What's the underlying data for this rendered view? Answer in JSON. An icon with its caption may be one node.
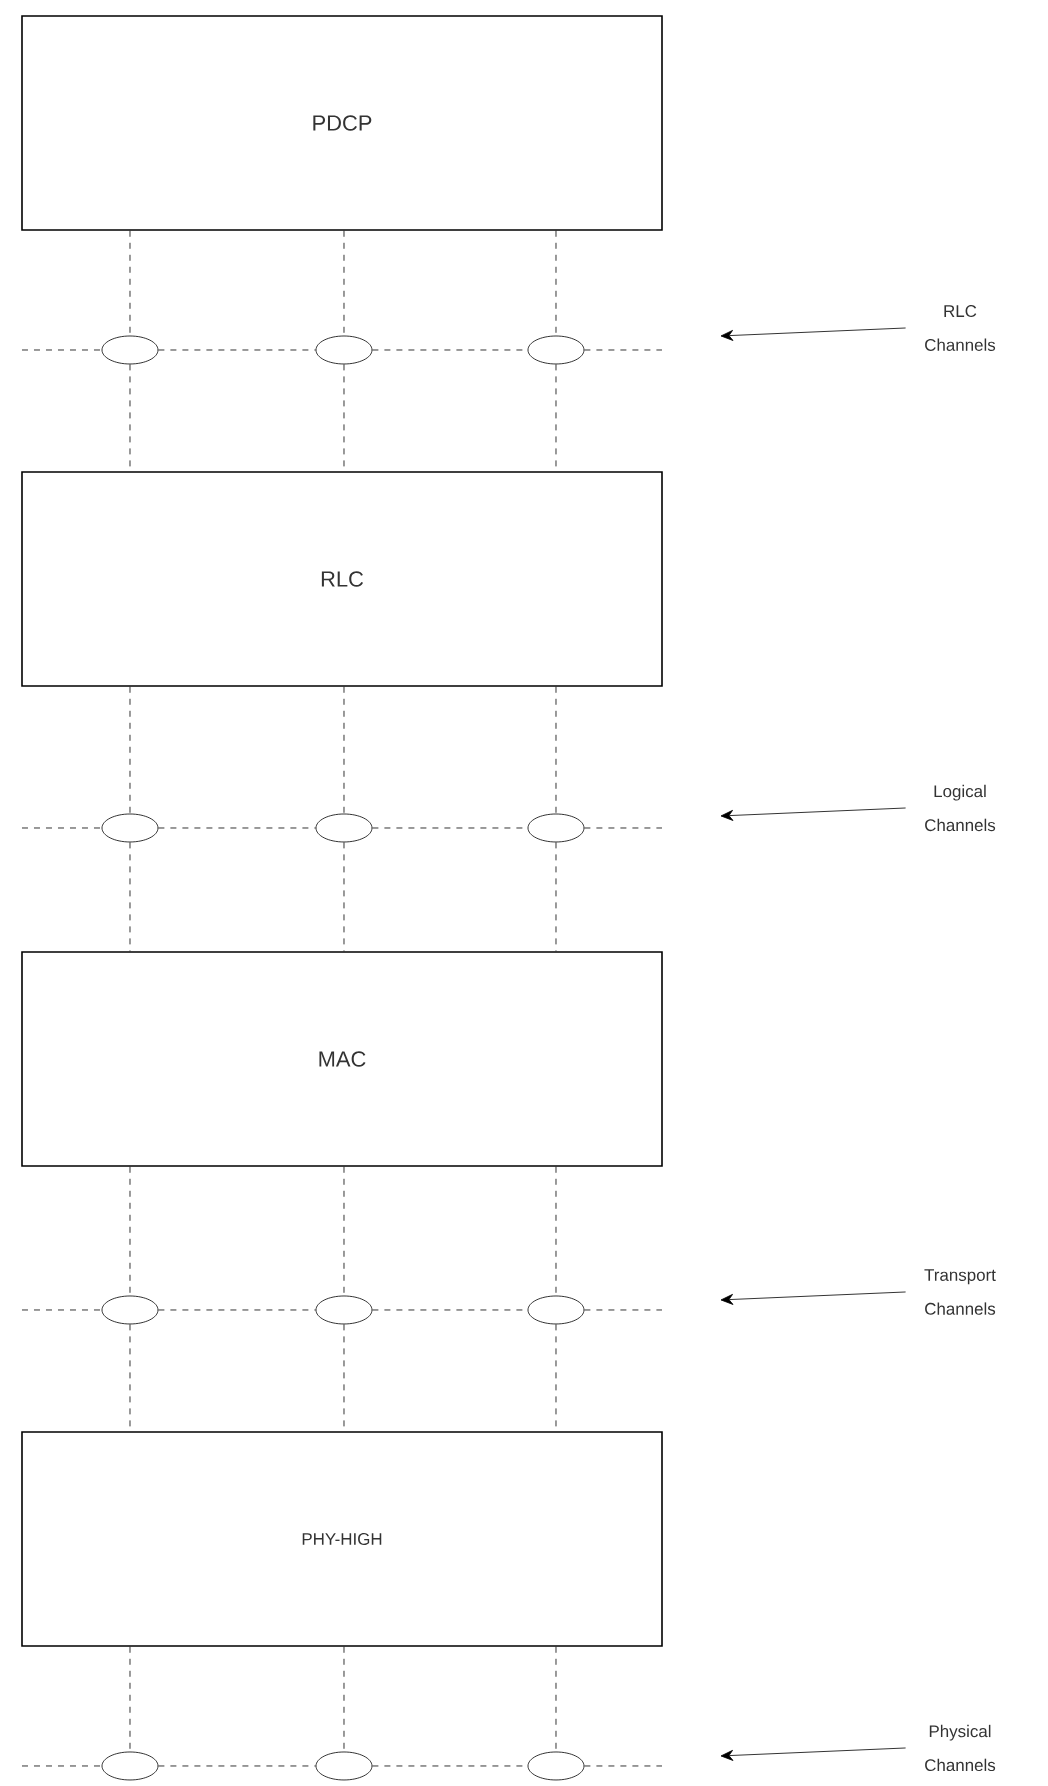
{
  "diagram": {
    "nodes": [
      {
        "text": [
          "PDCP"
        ]
      },
      {
        "text": [],
        "shape": "ellipse"
      },
      {
        "text": [],
        "shape": "ellipse"
      },
      {
        "text": [],
        "shape": "ellipse"
      },
      {
        "text": [
          "RLC Channels"
        ]
      },
      {
        "text": [
          "RLC"
        ]
      },
      {
        "text": [],
        "shape": "ellipse"
      },
      {
        "text": [],
        "shape": "ellipse"
      },
      {
        "text": [],
        "shape": "ellipse"
      },
      {
        "text": [
          "Logical Channels"
        ]
      },
      {
        "text": [
          "MAC"
        ]
      },
      {
        "text": [],
        "shape": "ellipse"
      },
      {
        "text": [],
        "shape": "ellipse"
      },
      {
        "text": [],
        "shape": "ellipse"
      },
      {
        "text": [
          "Transport Channels"
        ]
      },
      {
        "text": [
          "PHY-HIGH"
        ]
      },
      {
        "text": [],
        "shape": "ellipse"
      },
      {
        "text": [],
        "shape": "ellipse"
      },
      {
        "text": [],
        "shape": "ellipse"
      },
      {
        "text": [
          "Physical Channels"
        ]
      }
    ],
    "edges": [
      {
        "from": 0,
        "to": 1,
        "arrow": "none",
        "style": "dashed"
      },
      {
        "from": 0,
        "to": 2,
        "arrow": "none",
        "style": "dashed"
      },
      {
        "from": 0,
        "to": 3,
        "arrow": "none",
        "style": "dashed"
      },
      {
        "from": 1,
        "to": 5,
        "arrow": "none",
        "style": "dashed"
      },
      {
        "from": 2,
        "to": 5,
        "arrow": "none",
        "style": "dashed"
      },
      {
        "from": 3,
        "to": 5,
        "arrow": "none",
        "style": "dashed"
      },
      {
        "from": null,
        "to": 1,
        "arrow": "none",
        "style": "dashed"
      },
      {
        "from": 1,
        "to": 2,
        "arrow": "none",
        "style": "dashed"
      },
      {
        "from": 2,
        "to": 3,
        "arrow": "none",
        "style": "dashed"
      },
      {
        "from": 3,
        "to": null,
        "arrow": "none",
        "style": "dashed"
      },
      {
        "from": 4,
        "to": null,
        "arrow": "to"
      },
      {
        "from": 5,
        "to": 6,
        "arrow": "none",
        "style": "dashed"
      },
      {
        "from": 5,
        "to": 7,
        "arrow": "none",
        "style": "dashed"
      },
      {
        "from": 5,
        "to": 8,
        "arrow": "none",
        "style": "dashed"
      },
      {
        "from": 6,
        "to": 10,
        "arrow": "none",
        "style": "dashed"
      },
      {
        "from": 7,
        "to": 10,
        "arrow": "none",
        "style": "dashed"
      },
      {
        "from": 8,
        "to": 10,
        "arrow": "none",
        "style": "dashed"
      },
      {
        "from": null,
        "to": 6,
        "arrow": "none",
        "style": "dashed"
      },
      {
        "from": 6,
        "to": 7,
        "arrow": "none",
        "style": "dashed"
      },
      {
        "from": 7,
        "to": 8,
        "arrow": "none",
        "style": "dashed"
      },
      {
        "from": 8,
        "to": null,
        "arrow": "none",
        "style": "dashed"
      },
      {
        "from": 9,
        "to": null,
        "arrow": "to"
      },
      {
        "from": 10,
        "to": 11,
        "arrow": "none",
        "style": "dashed"
      },
      {
        "from": 10,
        "to": 12,
        "arrow": "none",
        "style": "dashed"
      },
      {
        "from": 10,
        "to": 13,
        "arrow": "none",
        "style": "dashed"
      },
      {
        "from": 11,
        "to": 15,
        "arrow": "none",
        "style": "dashed"
      },
      {
        "from": 12,
        "to": 15,
        "arrow": "none",
        "style": "dashed"
      },
      {
        "from": 13,
        "to": 15,
        "arrow": "none",
        "style": "dashed"
      },
      {
        "from": null,
        "to": 11,
        "arrow": "none",
        "style": "dashed"
      },
      {
        "from": 11,
        "to": 12,
        "arrow": "none",
        "style": "dashed"
      },
      {
        "from": 12,
        "to": 13,
        "arrow": "none",
        "style": "dashed"
      },
      {
        "from": 13,
        "to": null,
        "arrow": "none",
        "style": "dashed"
      },
      {
        "from": 14,
        "to": null,
        "arrow": "to"
      },
      {
        "from": 15,
        "to": 16,
        "arrow": "none",
        "style": "dashed"
      },
      {
        "from": 15,
        "to": 17,
        "arrow": "none",
        "style": "dashed"
      },
      {
        "from": 15,
        "to": 18,
        "arrow": "none",
        "style": "dashed"
      },
      {
        "from": null,
        "to": 16,
        "arrow": "none",
        "style": "dashed"
      },
      {
        "from": 16,
        "to": 17,
        "arrow": "none",
        "style": "dashed"
      },
      {
        "from": 17,
        "to": 18,
        "arrow": "none",
        "style": "dashed"
      },
      {
        "from": 18,
        "to": null,
        "arrow": "none",
        "style": "dashed"
      },
      {
        "from": 19,
        "to": null,
        "arrow": "to"
      }
    ]
  }
}
